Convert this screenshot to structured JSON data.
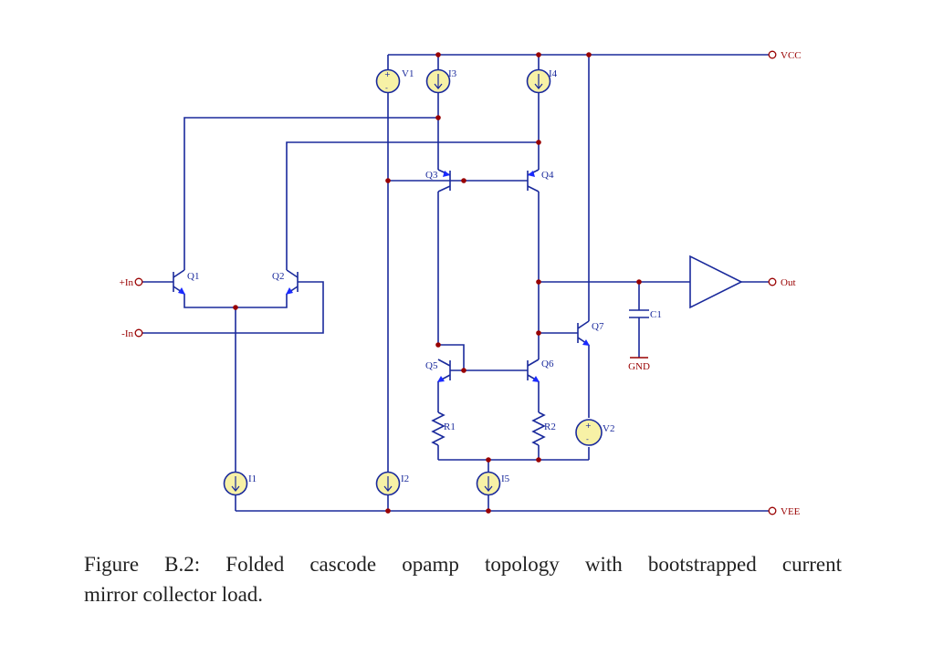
{
  "ports": {
    "vcc": "VCC",
    "vee": "VEE",
    "in_plus": "+In",
    "in_minus": "-In",
    "out": "Out",
    "gnd": "GND"
  },
  "components": {
    "v1": "V1",
    "v2": "V2",
    "i1": "I1",
    "i2": "I2",
    "i3": "I3",
    "i4": "I4",
    "i5": "I5",
    "q1": "Q1",
    "q2": "Q2",
    "q3": "Q3",
    "q4": "Q4",
    "q5": "Q5",
    "q6": "Q6",
    "q7": "Q7",
    "r1": "R1",
    "r2": "R2",
    "c1": "C1"
  },
  "caption": {
    "line1": "Figure B.2:  Folded cascode opamp topology with bootstrapped current",
    "line2": "mirror collector load."
  }
}
